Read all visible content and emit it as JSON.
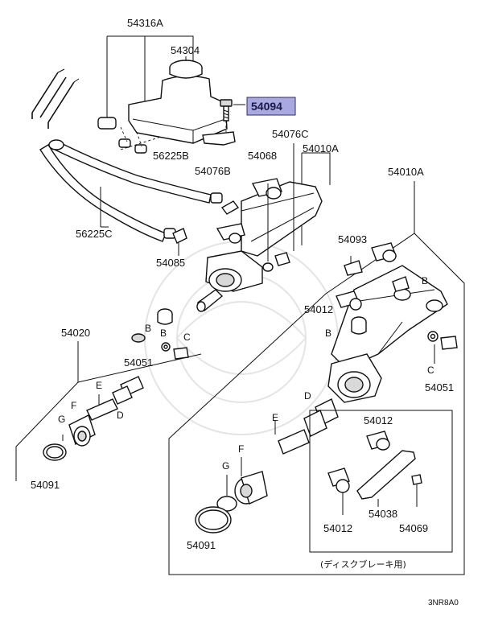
{
  "labels": {
    "l54316A": "54316A",
    "l54304": "54304",
    "l54094": "54094",
    "l54076C": "54076C",
    "l56225B": "56225B",
    "l54076B": "54076B",
    "l54068": "54068",
    "l54010A_a": "54010A",
    "l54010A_b": "54010A",
    "l56225C": "56225C",
    "l54085": "54085",
    "l54093": "54093",
    "l54012_a": "54012",
    "l54020": "54020",
    "l54051_a": "54051",
    "l54051_b": "54051",
    "l54091_a": "54091",
    "l54091_b": "54091",
    "l54012_b": "54012",
    "l54038": "54038",
    "l54012_c": "54012",
    "l54069": "54069",
    "letters": {
      "B1": "B",
      "B2": "B",
      "C1": "C",
      "E1": "E",
      "F1": "F",
      "D1": "D",
      "G1": "G",
      "B3": "B",
      "B4": "B",
      "C2": "C",
      "D2": "D",
      "E2": "E",
      "F2": "F",
      "G2": "G"
    }
  },
  "note": "(ディスクブレーキ用)",
  "code": "3NR8A0",
  "colors": {
    "highlight_fill": "#a9a9e0",
    "highlight_stroke": "#2b2b6b"
  }
}
